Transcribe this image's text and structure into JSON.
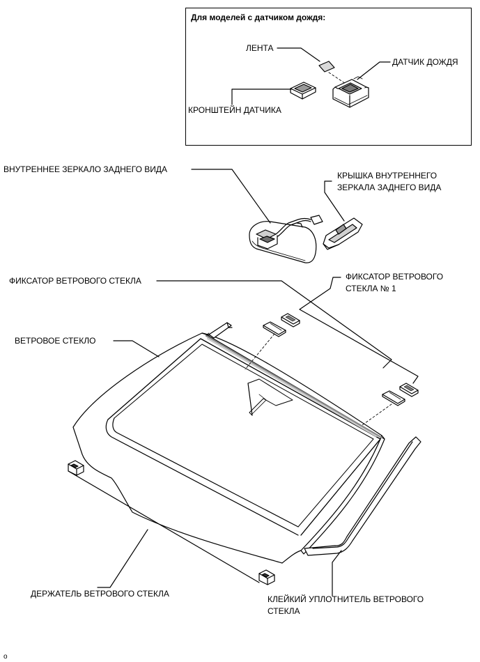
{
  "inset": {
    "title": "Для моделей с датчиком дождя:",
    "labels": {
      "tape": "ЛЕНТА",
      "rain_sensor": "ДАТЧИК ДОЖДЯ",
      "sensor_bracket": "КРОНШТЕЙН ДАТЧИКА"
    }
  },
  "labels": {
    "inner_mirror": "ВНУТРЕННЕЕ ЗЕРКАЛО ЗАДНЕГО ВИДА",
    "mirror_cover_line1": "КРЫШКА ВНУТРЕННЕГО",
    "mirror_cover_line2": "ЗЕРКАЛА ЗАДНЕГО ВИДА",
    "ws_retainer": "ФИКСАТОР ВЕТРОВОГО СТЕКЛА",
    "ws_retainer1_line1": "ФИКСАТОР ВЕТРОВОГО",
    "ws_retainer1_line2": "СТЕКЛА № 1",
    "windshield": "ВЕТРОВОЕ СТЕКЛО",
    "ws_holder": "ДЕРЖАТЕЛЬ ВЕТРОВОГО СТЕКЛА",
    "dam_line1": "КЛЕЙКИЙ УПЛОТНИТЕЛЬ ВЕТРОВОГО",
    "dam_line2": "СТЕКЛА"
  },
  "footer_mark": "o"
}
